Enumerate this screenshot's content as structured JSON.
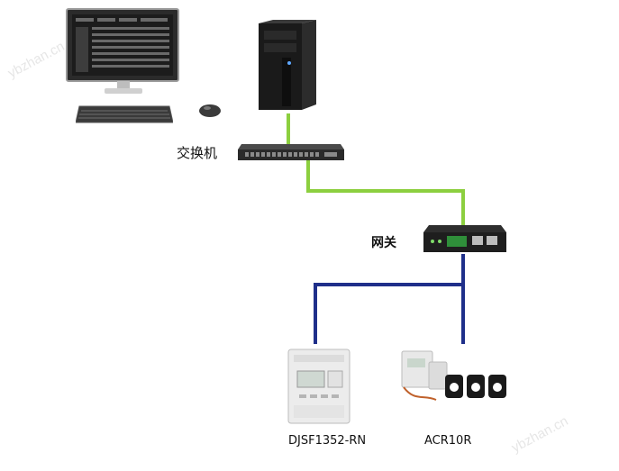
{
  "labels": {
    "switch": "交换机",
    "gateway": "网关",
    "meter_left": "DJSF1352-RN",
    "meter_right": "ACR10R"
  },
  "watermark": {
    "text": "ybzhan.cn"
  },
  "colors": {
    "ethernet_link": "#8ccf3f",
    "bus_link": "#1f2f8a",
    "background": "#ffffff"
  }
}
